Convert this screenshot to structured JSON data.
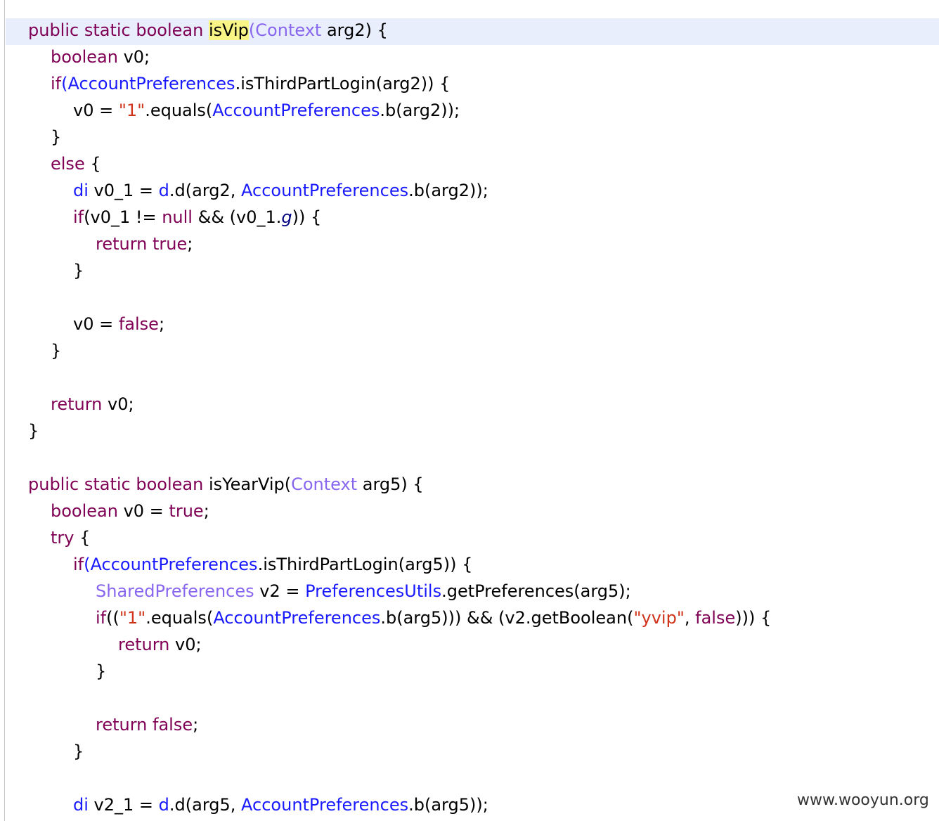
{
  "watermark": "www.wooyun.org",
  "code": {
    "method1_sig": {
      "kw": "public static boolean ",
      "name": "isVip",
      "p": "(",
      "ty": "Context",
      "rest": " arg2) {"
    },
    "l2": {
      "kw": "boolean",
      "rest": " v0;"
    },
    "l3": {
      "kw": "if",
      "p": "(",
      "ty": "AccountPreferences",
      "rest": ".isThirdPartLogin(arg2)) {"
    },
    "l4": {
      "a": "v0 = ",
      "s": "\"1\"",
      "b": ".equals(",
      "ty": "AccountPreferences",
      "c": ".b(arg2));"
    },
    "l5": "}",
    "l6": {
      "kw": "else",
      "rest": " {"
    },
    "l7": {
      "ty": "di",
      "a": " v0_1 = ",
      "ty2": "d",
      "b": ".d(arg2, ",
      "ty3": "AccountPreferences",
      "c": ".b(arg2));"
    },
    "l8": {
      "kw": "if",
      "a": "(v0_1 != ",
      "kw2": "null",
      "b": " && (v0_1.",
      "it": "g",
      "c": ")) {"
    },
    "l9": {
      "kw": "return true",
      "rest": ";"
    },
    "l10": "}",
    "l12": {
      "a": "v0 = ",
      "kw": "false",
      "rest": ";"
    },
    "l13": "}",
    "l15": {
      "kw": "return",
      "rest": " v0;"
    },
    "l16": "}",
    "method2_sig": {
      "kw": "public static boolean",
      "name": " isYearVip(",
      "ty": "Context",
      "rest": " arg5) {"
    },
    "m2": {
      "kw": "boolean",
      "a": " v0 = ",
      "kw2": "true",
      "rest": ";"
    },
    "m3": {
      "kw": "try",
      "rest": " {"
    },
    "m4": {
      "kw": "if",
      "p": "(",
      "ty": "AccountPreferences",
      "rest": ".isThirdPartLogin(arg5)) {"
    },
    "m5": {
      "tp": "SharedPreferences",
      "a": " v2 = ",
      "ty": "PreferencesUtils",
      "rest": ".getPreferences(arg5);"
    },
    "m6": {
      "kw": "if",
      "a": "((",
      "s": "\"1\"",
      "b": ".equals(",
      "ty": "AccountPreferences",
      "c": ".b(arg5))) && (v2.getBoolean(",
      "s2": "\"yvip\"",
      "d": ", ",
      "kw2": "false",
      "e": "))) {"
    },
    "m7": {
      "kw": "return",
      "rest": " v0;"
    },
    "m8": "}",
    "m10": {
      "kw": "return false",
      "rest": ";"
    },
    "m11": "}",
    "m13": {
      "ty": "di",
      "a": " v2_1 = ",
      "ty2": "d",
      "b": ".d(arg5, ",
      "ty3": "AccountPreferences",
      "c": ".b(arg5));"
    }
  }
}
